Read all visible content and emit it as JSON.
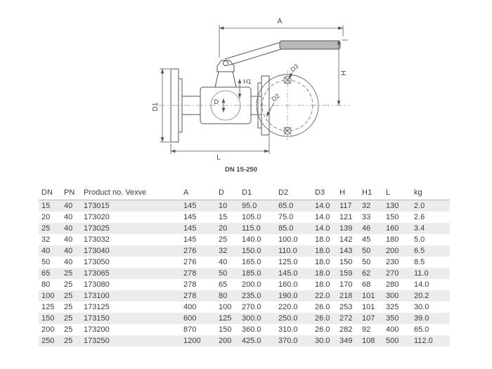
{
  "drawing": {
    "labels": {
      "A": "A",
      "H": "H",
      "H1": "H1",
      "D1": "D1",
      "D2": "D2",
      "D3": "D3",
      "D": "D",
      "L": "L"
    },
    "caption": "DN 15-250"
  },
  "table": {
    "columns": [
      "DN",
      "PN",
      "Product no. Vexve",
      "A",
      "D",
      "D1",
      "D2",
      "D3",
      "H",
      "H1",
      "L",
      "kg"
    ],
    "rows": [
      [
        "15",
        "40",
        "173015",
        "145",
        "10",
        "95.0",
        "65.0",
        "14.0",
        "117",
        "32",
        "130",
        "2.0"
      ],
      [
        "20",
        "40",
        "173020",
        "145",
        "15",
        "105.0",
        "75.0",
        "14.0",
        "121",
        "33",
        "150",
        "2.6"
      ],
      [
        "25",
        "40",
        "173025",
        "145",
        "20",
        "115.0",
        "85.0",
        "14.0",
        "139",
        "46",
        "160",
        "3.4"
      ],
      [
        "32",
        "40",
        "173032",
        "145",
        "25",
        "140.0",
        "100.0",
        "18.0",
        "142",
        "45",
        "180",
        "5.0"
      ],
      [
        "40",
        "40",
        "173040",
        "276",
        "32",
        "150.0",
        "110.0",
        "18.0",
        "143",
        "50",
        "200",
        "6.5"
      ],
      [
        "50",
        "40",
        "173050",
        "276",
        "40",
        "165.0",
        "125.0",
        "18.0",
        "150",
        "50",
        "230",
        "8.5"
      ],
      [
        "65",
        "25",
        "173065",
        "278",
        "50",
        "185.0",
        "145.0",
        "18.0",
        "159",
        "62",
        "270",
        "11.0"
      ],
      [
        "80",
        "25",
        "173080",
        "278",
        "65",
        "200.0",
        "160.0",
        "18.0",
        "170",
        "68",
        "280",
        "14.0"
      ],
      [
        "100",
        "25",
        "173100",
        "278",
        "80",
        "235.0",
        "190.0",
        "22.0",
        "218",
        "101",
        "300",
        "20.2"
      ],
      [
        "125",
        "25",
        "173125",
        "400",
        "100",
        "270.0",
        "220.0",
        "26.0",
        "253",
        "101",
        "325",
        "30.0"
      ],
      [
        "150",
        "25",
        "173150",
        "600",
        "125",
        "300.0",
        "250.0",
        "26.0",
        "272",
        "107",
        "350",
        "39.0"
      ],
      [
        "200",
        "25",
        "173200",
        "870",
        "150",
        "360.0",
        "310.0",
        "26.0",
        "282",
        "92",
        "400",
        "65.0"
      ],
      [
        "250",
        "25",
        "173250",
        "1200",
        "200",
        "425.0",
        "370.0",
        "30.0",
        "349",
        "108",
        "500",
        "112.0"
      ]
    ]
  }
}
